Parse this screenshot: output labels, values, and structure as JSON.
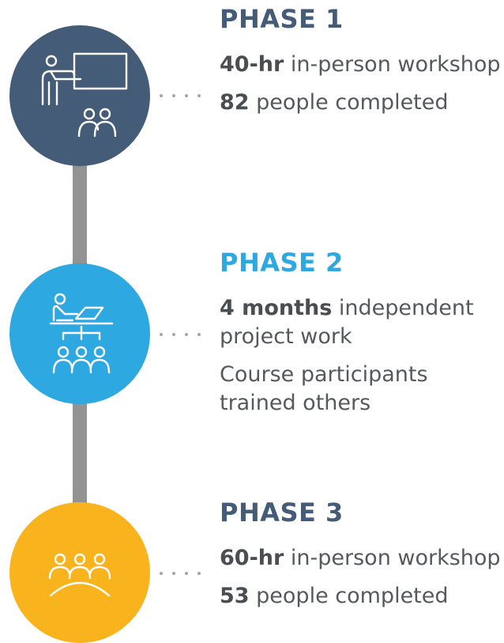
{
  "colors": {
    "phase1": "#445C78",
    "phase2": "#2EA8E0",
    "phase3": "#F9B31C",
    "connector": "#939393",
    "text": "#55595E",
    "dots": "#A6A6A6"
  },
  "phases": [
    {
      "title": "PHASE 1",
      "icon": "presenter-teaching-icon",
      "duration_bold": "40-hr",
      "duration_text": " in-person workshop",
      "outcome_bold": "82",
      "outcome_text": " people completed"
    },
    {
      "title": "PHASE 2",
      "icon": "independent-work-icon",
      "duration_bold": "4 months",
      "duration_text": " independent project work",
      "outcome_bold": "",
      "outcome_text": "Course participants trained others"
    },
    {
      "title": "PHASE 3",
      "icon": "group-meeting-icon",
      "duration_bold": "60-hr",
      "duration_text": " in-person workshop",
      "outcome_bold": "53",
      "outcome_text": " people completed"
    }
  ]
}
